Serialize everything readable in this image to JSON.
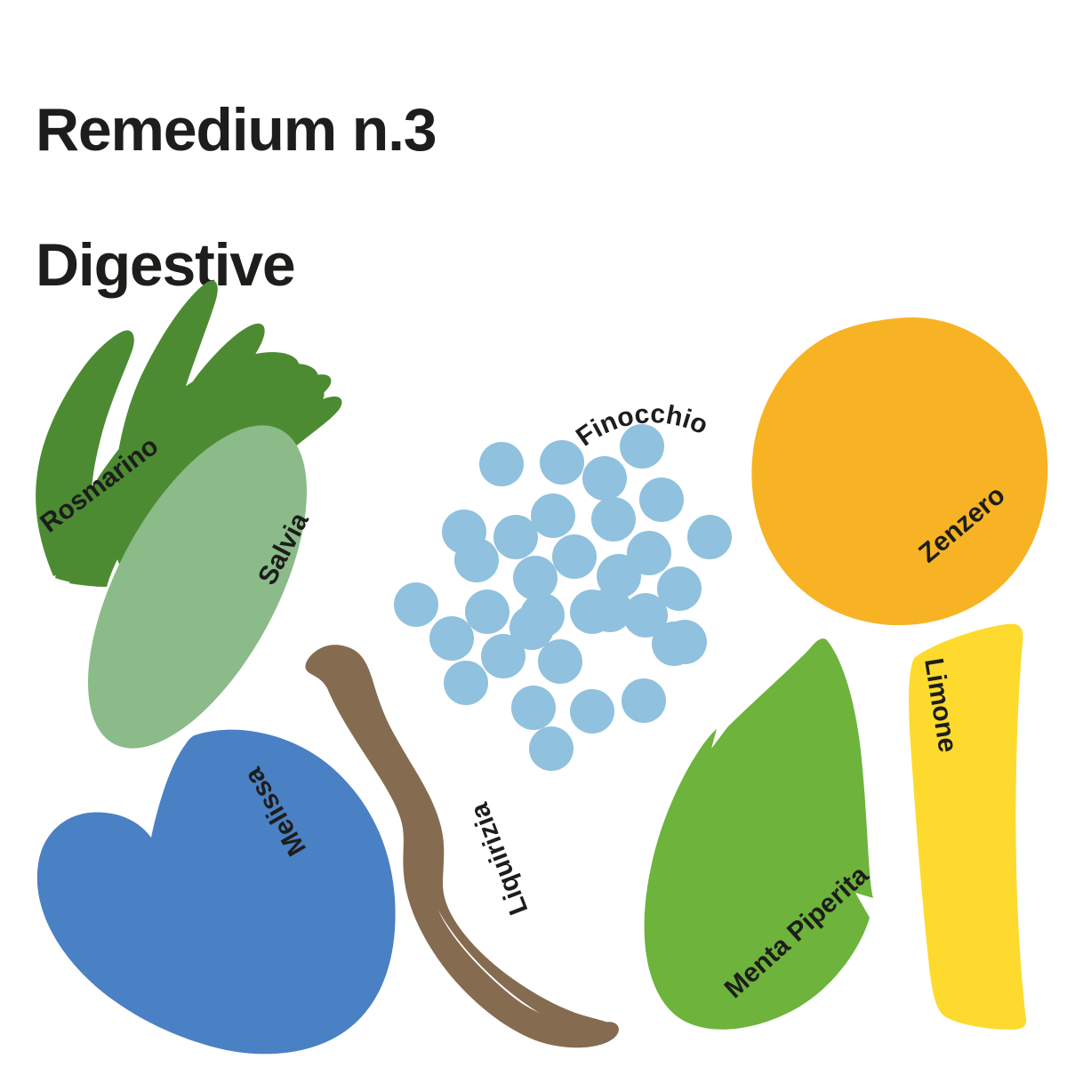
{
  "poster": {
    "background_color": "#ffffff",
    "title_color": "#1d1d1b",
    "title_line1": "Remedium n.3",
    "title_line2": "Digestive"
  },
  "ingredients": [
    {
      "id": "rosmarino",
      "label": "Rosmarino",
      "icon": "rosemary-sprig-icon",
      "color": "#4d8b33",
      "label_rotation_deg": -37
    },
    {
      "id": "salvia",
      "label": "Salvia",
      "icon": "sage-leaf-icon",
      "color": "#8abb88",
      "label_rotation_deg": -62
    },
    {
      "id": "finocchio",
      "label": "Finocchio",
      "icon": "fennel-seeds-icon",
      "color": "#90c1de",
      "label_rotation_deg": 0,
      "seed_count": 34
    },
    {
      "id": "zenzero",
      "label": "Zenzero",
      "icon": "ginger-root-icon",
      "color": "#f7b324",
      "label_rotation_deg": -40
    },
    {
      "id": "limone",
      "label": "Limone",
      "icon": "lemon-peel-icon",
      "color": "#fdda2d",
      "label_rotation_deg": -81
    },
    {
      "id": "menta-piperita",
      "label": "Menta Piperita",
      "icon": "peppermint-leaf-icon",
      "color": "#6db33c",
      "label_rotation_deg": -42
    },
    {
      "id": "liquirizia",
      "label": "Liquirizia",
      "icon": "licorice-root-icon",
      "color": "#856b50",
      "label_rotation_deg": 249
    },
    {
      "id": "melissa",
      "label": "Melissa",
      "icon": "lemon-balm-leaf-icon",
      "color": "#4a80c4",
      "label_rotation_deg": 240
    }
  ],
  "chart_data": {
    "type": "table",
    "title": "Remedium n.3 Digestive",
    "categories": [
      "Rosmarino",
      "Salvia",
      "Finocchio",
      "Zenzero",
      "Limone",
      "Menta Piperita",
      "Liquirizia",
      "Melissa"
    ],
    "colors": [
      "#4d8b33",
      "#8abb88",
      "#90c1de",
      "#f7b324",
      "#fdda2d",
      "#6db33c",
      "#856b50",
      "#4a80c4"
    ]
  }
}
